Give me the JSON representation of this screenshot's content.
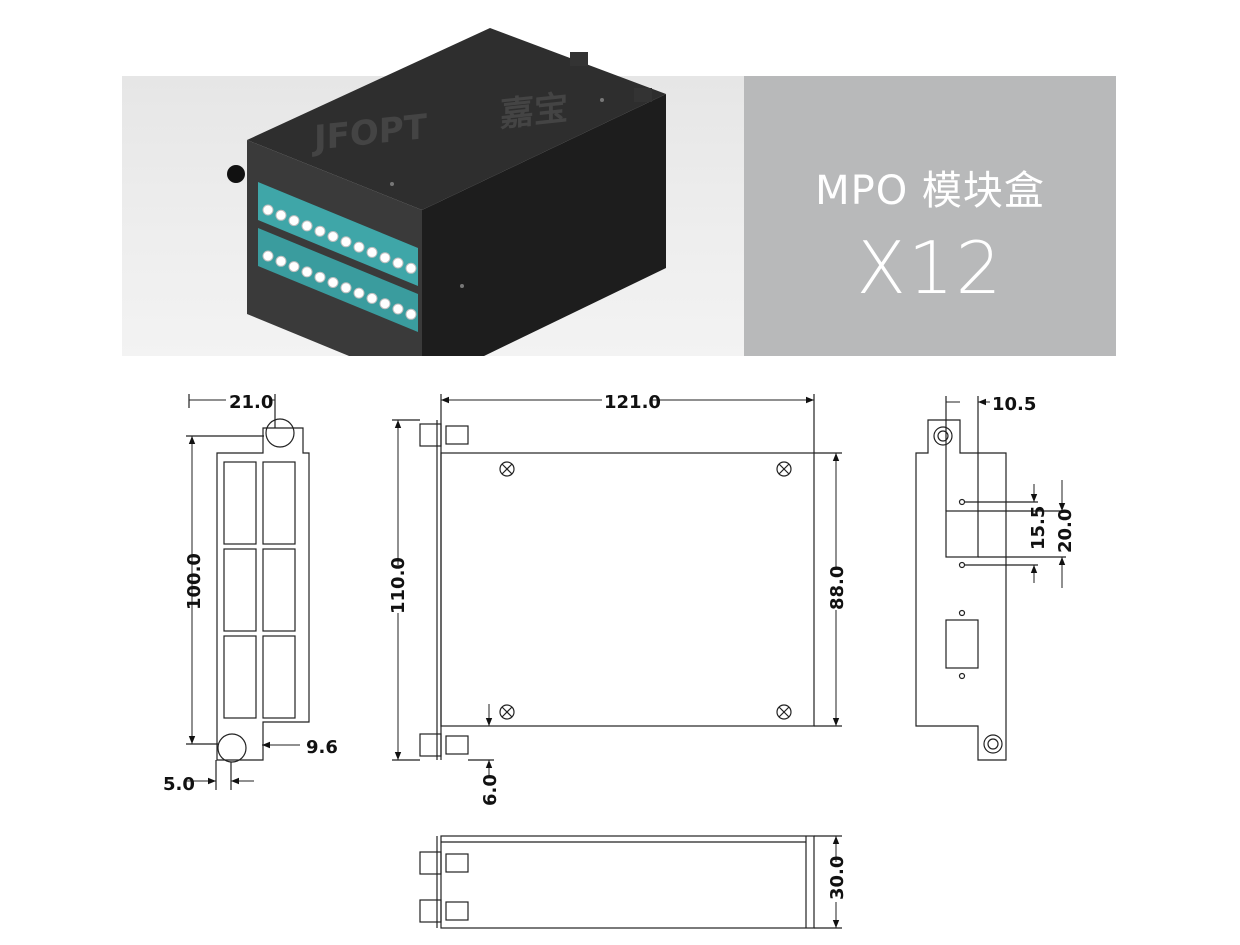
{
  "banner": {
    "title": "MPO 模块盒",
    "count": "X12",
    "panel_color": "#b8b9ba",
    "watermark": "JFOPT 嘉宝"
  },
  "dimensions": {
    "front_width": "21.0",
    "front_height": "100.0",
    "front_hole_offset": "5.0",
    "front_port_width": "9.6",
    "top_length": "121.0",
    "top_total_height": "110.0",
    "top_body_height": "88.0",
    "top_latch_offset": "6.0",
    "rear_offset": "10.5",
    "rear_hole_spacing": "15.5",
    "rear_window_height": "20.0",
    "side_height": "30.0"
  },
  "colors": {
    "adapter": "#3fa6a8",
    "housing": "#2a2a2a",
    "line": "#222222"
  }
}
